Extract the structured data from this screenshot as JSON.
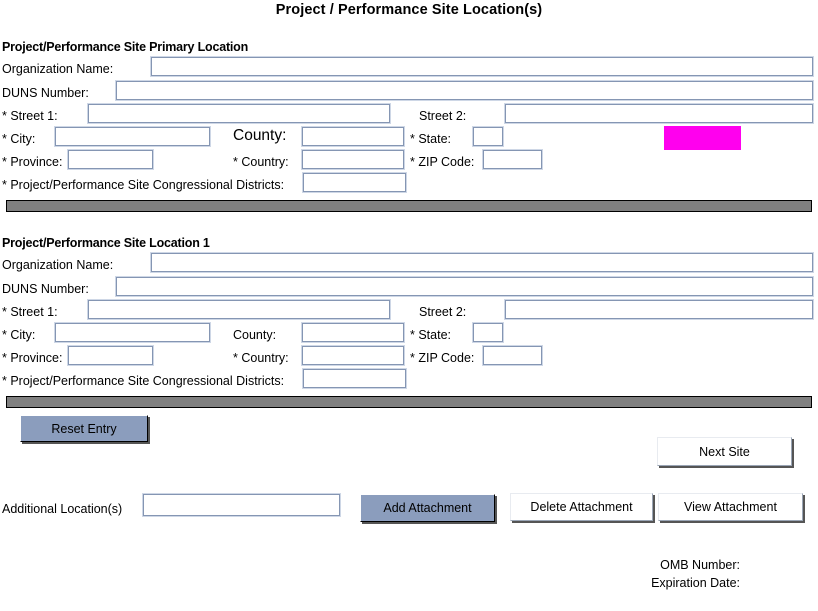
{
  "page": {
    "title": "Project / Performance Site Location(s)"
  },
  "primary_section": {
    "heading": "Project/Performance Site Primary Location",
    "fields": {
      "organization_name": {
        "label": "Organization Name:",
        "value": ""
      },
      "duns_number": {
        "label": "DUNS Number:",
        "value": ""
      },
      "street1": {
        "label": "* Street 1:",
        "value": ""
      },
      "street2": {
        "label": "Street 2:",
        "value": ""
      },
      "city": {
        "label": "* City:",
        "value": ""
      },
      "county": {
        "label": "County:",
        "value": ""
      },
      "state": {
        "label": "* State:",
        "value": ""
      },
      "province": {
        "label": "* Province:",
        "value": ""
      },
      "country": {
        "label": "* Country:",
        "value": ""
      },
      "zip_code": {
        "label": "* ZIP Code:",
        "value": ""
      },
      "congressional_districts": {
        "label": "* Project/Performance Site Congressional Districts:",
        "value": ""
      }
    },
    "highlight_color": "#ff00ee"
  },
  "location1_section": {
    "heading": "Project/Performance Site Location 1",
    "fields": {
      "organization_name": {
        "label": "Organization Name:",
        "value": ""
      },
      "duns_number": {
        "label": "DUNS Number:",
        "value": ""
      },
      "street1": {
        "label": "* Street 1:",
        "value": ""
      },
      "street2": {
        "label": "Street 2:",
        "value": ""
      },
      "city": {
        "label": "* City:",
        "value": ""
      },
      "county": {
        "label": "County:",
        "value": ""
      },
      "state": {
        "label": "* State:",
        "value": ""
      },
      "province": {
        "label": "* Province:",
        "value": ""
      },
      "country": {
        "label": "* Country:",
        "value": ""
      },
      "zip_code": {
        "label": "* ZIP Code:",
        "value": ""
      },
      "congressional_districts": {
        "label": "* Project/Performance Site Congressional Districts:",
        "value": ""
      }
    }
  },
  "actions": {
    "reset_entry": "Reset Entry",
    "next_site": "Next Site",
    "add_attachment": "Add Attachment",
    "delete_attachment": "Delete Attachment",
    "view_attachment": "View  Attachment"
  },
  "additional_locations": {
    "label": "Additional Location(s)",
    "value": ""
  },
  "footer": {
    "omb_number_label": "OMB Number:",
    "expiration_date_label": "Expiration Date:"
  },
  "colors": {
    "field_border": "#8596b3",
    "button_blue": "#8b9dbd",
    "separator_gray": "#808080",
    "highlight_magenta": "#ff00ee"
  }
}
